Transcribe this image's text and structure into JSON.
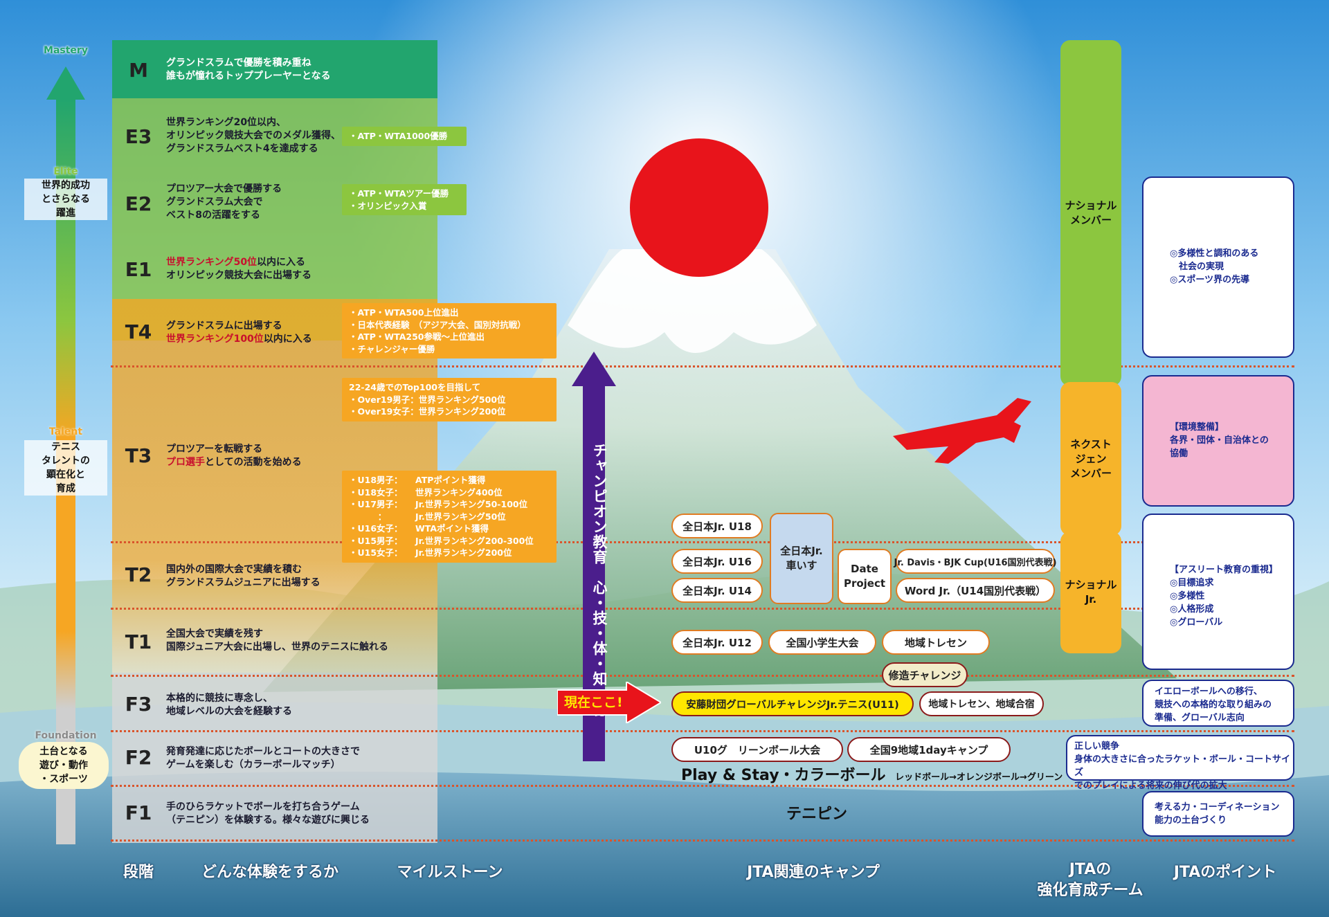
{
  "levels_axis": {
    "mastery": "Mastery",
    "elite": "Elite",
    "elite_desc": [
      "世界的成功",
      "とさらなる",
      "躍進"
    ],
    "talent": "Talent",
    "talent_desc": [
      "テニス",
      "タレントの",
      "顕在化と",
      "育成"
    ],
    "foundation": "Foundation",
    "foundation_desc": [
      "土台となる",
      "遊び・動作",
      "・スポーツ"
    ]
  },
  "stages": [
    {
      "code": "M",
      "lines": [
        "グランドスラムで優勝を積み重ね",
        "誰もが憧れるトッププレーヤーとなる"
      ]
    },
    {
      "code": "E3",
      "lines": [
        "世界ランキング20位以内、",
        "オリンピック競技大会でのメダル獲得、",
        "グランドスラムベスト4を達成する"
      ]
    },
    {
      "code": "E2",
      "lines": [
        "プロツアー大会で優勝する",
        "グランドスラム大会で",
        "ベスト8の活躍をする"
      ]
    },
    {
      "code": "E1",
      "hl": "世界ランキング50位",
      "rest": "以内に入る",
      "line2": "オリンピック競技大会に出場する"
    },
    {
      "code": "T4",
      "line1": "グランドスラムに出場する",
      "hl": "世界ランキング100位",
      "rest": "以内に入る"
    },
    {
      "code": "T3",
      "line1": "プロツアーを転戦する",
      "hl": "プロ選手",
      "rest": "としての活動を始める"
    },
    {
      "code": "T2",
      "lines": [
        "国内外の国際大会で実績を積む",
        "グランドスラムジュニアに出場する"
      ]
    },
    {
      "code": "T1",
      "lines": [
        "全国大会で実績を残す",
        "国際ジュニア大会に出場し、世界のテニスに触れる"
      ]
    },
    {
      "code": "F3",
      "lines": [
        "本格的に競技に専念し、",
        "地域レベルの大会を経験する"
      ]
    },
    {
      "code": "F2",
      "lines": [
        "発育発達に応じたボールとコートの大きさで",
        "ゲームを楽しむ（カラーボールマッチ）"
      ]
    },
    {
      "code": "F1",
      "lines": [
        "手のひらラケットでボールを打ち合うゲーム",
        "（テニピン）を体験する。様々な遊びに興じる"
      ]
    }
  ],
  "milestones": {
    "e3": [
      "・ATP・WTA1000優勝"
    ],
    "e2": [
      "・ATP・WTAツアー優勝",
      "・オリンピック入賞"
    ],
    "t4": [
      "・ATP・WTA500上位進出",
      "・日本代表経験　（アジア大会、国別対抗戦）",
      "・ATP・WTA250参戦～上位進出",
      "・チャレンジャー優勝"
    ],
    "t3": [
      "22-24歳でのTop100を目指して",
      "・Over19男子：世界ランキング500位",
      "・Over19女子：世界ランキング200位"
    ],
    "t2_rows": [
      [
        "・U18男子：",
        "ATPポイント獲得"
      ],
      [
        "・U18女子：",
        "世界ランキング400位"
      ],
      [
        "・U17男子：",
        "Jr.世界ランキング50-100位"
      ],
      [
        "：",
        "Jr.世界ランキング50位"
      ],
      [
        "・U16女子：",
        "WTAポイント獲得"
      ],
      [
        "・U15男子：",
        "Jr.世界ランキング200-300位"
      ],
      [
        "・U15女子：",
        "Jr.世界ランキング200位"
      ]
    ]
  },
  "champion_arrow": "チャンピオン教育　心・技・体・知・徳",
  "current": "現在ここ!",
  "camps": {
    "u18": "全日本Jr. U18",
    "u16": "全日本Jr. U16",
    "u14": "全日本Jr. U14",
    "wheelchair": "全日本Jr.\n車いす",
    "date_project": "Date\nProject",
    "davis": "Jr. Davis・BJK Cup(U16国別代表戦)",
    "word": "Word Jr.（U14国別代表戦）",
    "u12": "全日本Jr. U12",
    "elementary": "全国小学生大会",
    "regional_training": "地域トレセン",
    "shuzo": "修造チャレンジ",
    "ando": "安藤財団グローバルチャレンジJr.テニス(U11)",
    "regional_camp": "地域トレセン、地域合宿",
    "u10": "U10グ　リーンボール大会",
    "nine_regions": "全国9地域1dayキャンプ",
    "play_stay": "Play & Stay・カラーボール",
    "play_stay_sub": "レッドボール→オレンジボール→グリーン",
    "tenipin": "テニピン"
  },
  "teams": {
    "national_member": "ナショナル\nメンバー",
    "next_gen": "ネクスト\nジェン\nメンバー",
    "national_jr": "ナショナル\nJr."
  },
  "points": {
    "p1": [
      "◎多様性と調和のある",
      "　社会の実現",
      "◎スポーツ界の先導"
    ],
    "p2": [
      "【環境整備】",
      "各界・団体・自治体との",
      "協働"
    ],
    "p3": [
      "【アスリート教育の重視】",
      "◎目標追求",
      "◎多様性",
      "◎人格形成",
      "◎グローバル"
    ],
    "p4": [
      "イエローボールへの移行、",
      "競技への本格的な取り組みの",
      "準備、グローバル志向"
    ],
    "p5": [
      "正しい競争",
      "身体の大きさに合ったラケット・ボール・コートサイズ",
      "でのプレイによる将来の伸び代の拡大"
    ],
    "p6": [
      "考える力・コーディネーション",
      "能力の土台づくり"
    ]
  },
  "bottom_labels": {
    "stage": "段階",
    "experience": "どんな体験をするか",
    "milestone": "マイルストーン",
    "camp": "JTA関連のキャンプ",
    "team1": "JTAの",
    "team2": "強化育成チーム",
    "point": "JTAのポイント"
  },
  "colors": {
    "mastery": "#22a56e",
    "elite": "#8cc63f",
    "talent": "#f6a623",
    "foundation": "#cfcfcf",
    "sun": "#e8141b",
    "arrow_purple": "#4b1e8c"
  }
}
